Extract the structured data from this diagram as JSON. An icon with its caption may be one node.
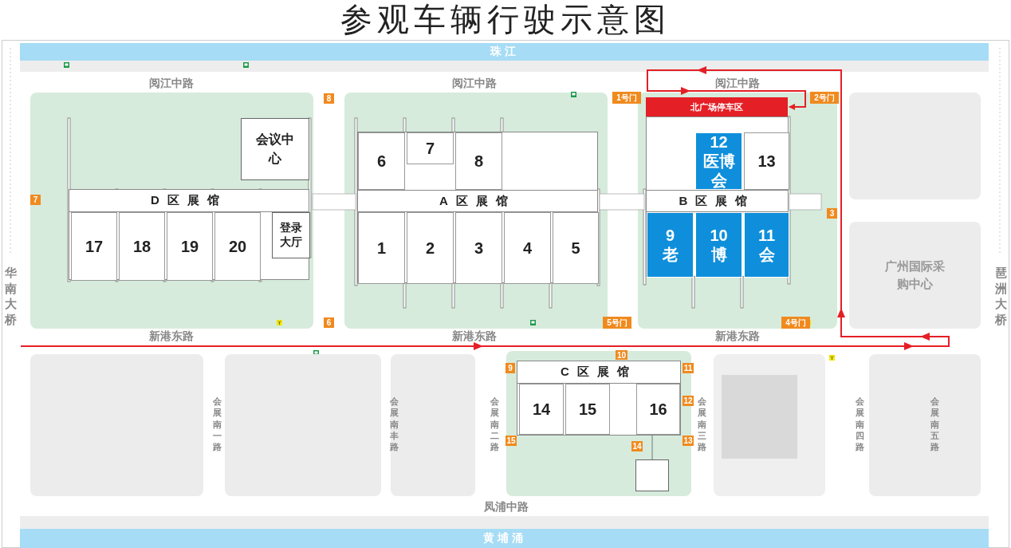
{
  "diagram": {
    "title": "参观车辆行驶示意图",
    "nodes": [
      {
        "text": [
          "珠江"
        ]
      },
      {
        "text": [
          "会议中心"
        ]
      },
      {
        "text": [
          "D区展馆"
        ]
      },
      {
        "text": [
          "17"
        ],
        "in": 2
      },
      {
        "text": [
          "18"
        ],
        "in": 2
      },
      {
        "text": [
          "19"
        ],
        "in": 2
      },
      {
        "text": [
          "20"
        ],
        "in": 2
      },
      {
        "text": [
          "登录大厅"
        ],
        "in": 2
      },
      {
        "text": [
          "A区展馆"
        ]
      },
      {
        "text": [
          "6"
        ],
        "in": 8
      },
      {
        "text": [
          "7"
        ],
        "in": 8
      },
      {
        "text": [
          "8"
        ],
        "in": 8
      },
      {
        "text": [
          "1"
        ],
        "in": 8
      },
      {
        "text": [
          "2"
        ],
        "in": 8
      },
      {
        "text": [
          "3"
        ],
        "in": 8
      },
      {
        "text": [
          "4"
        ],
        "in": 8
      },
      {
        "text": [
          "5"
        ],
        "in": 8
      },
      {
        "text": [
          "北广场停车区"
        ]
      },
      {
        "text": [
          "B区展馆"
        ]
      },
      {
        "text": [
          "12",
          "医博会"
        ],
        "in": 18
      },
      {
        "text": [
          "13"
        ],
        "in": 18
      },
      {
        "text": [
          "9",
          "老"
        ],
        "in": 18
      },
      {
        "text": [
          "10",
          "博"
        ],
        "in": 18
      },
      {
        "text": [
          "11",
          "会"
        ],
        "in": 18
      },
      {
        "text": [],
        "shape": "box"
      },
      {
        "text": [
          "广州国际采购中心"
        ]
      },
      {
        "text": [
          "C区展馆"
        ]
      },
      {
        "text": [
          "14"
        ],
        "in": 26
      },
      {
        "text": [
          "15"
        ],
        "in": 26
      },
      {
        "text": [
          "16"
        ],
        "in": 26
      },
      {
        "text": [],
        "shape": "box"
      },
      {
        "text": [],
        "shape": "box"
      },
      {
        "text": [],
        "shape": "box"
      },
      {
        "text": [],
        "shape": "box"
      },
      {
        "text": [],
        "shape": "box"
      },
      {
        "text": [],
        "shape": "box"
      },
      {
        "text": [
          "黄埔涌"
        ]
      },
      {
        "text": [
          "8"
        ]
      },
      {
        "text": [
          "1号门"
        ]
      },
      {
        "text": [
          "2号门"
        ]
      },
      {
        "text": [
          "7"
        ]
      },
      {
        "text": [
          "3"
        ]
      },
      {
        "text": [
          "6"
        ]
      },
      {
        "text": [
          "5号门"
        ]
      },
      {
        "text": [
          "4号门"
        ]
      },
      {
        "text": [
          "10"
        ]
      },
      {
        "text": [
          "9"
        ]
      },
      {
        "text": [
          "11"
        ]
      },
      {
        "text": [
          "12"
        ]
      },
      {
        "text": [
          "13"
        ]
      },
      {
        "text": [
          "15"
        ]
      },
      {
        "text": [
          "14"
        ]
      },
      {
        "text": [],
        "shape": "box",
        "in": 34
      }
    ],
    "edges": [
      {
        "from": null,
        "to": 17,
        "arrow": "to"
      }
    ],
    "labels": [
      "阅江中路",
      "阅江中路",
      "阅江中路",
      "华南大桥",
      "琶洲大桥",
      "新港东路",
      "新港东路",
      "新港东路",
      "会展南一路",
      "会展南丰路",
      "会展南二路",
      "会展南三路",
      "会展南四路",
      "会展南五路",
      "凤浦中路"
    ]
  }
}
